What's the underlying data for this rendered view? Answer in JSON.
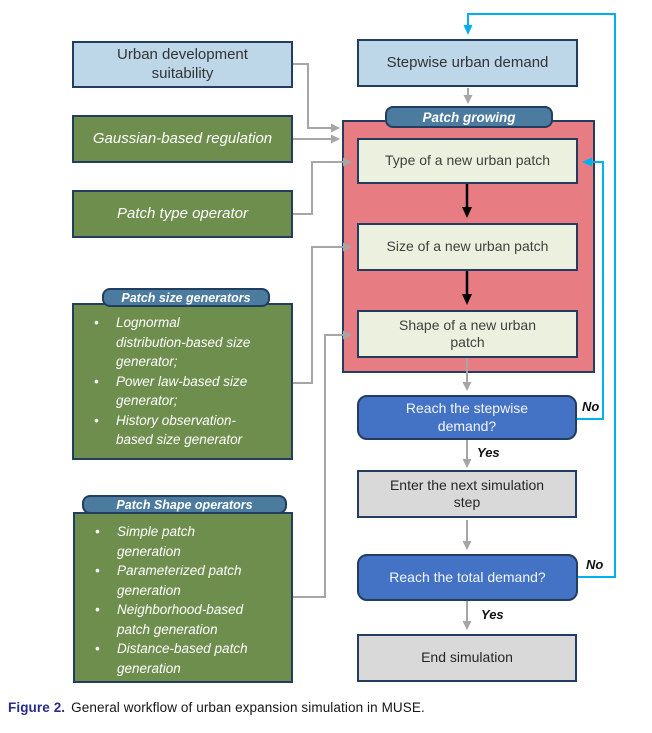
{
  "palette": {
    "lightBlue": "#bdd7e9",
    "green": "#6e8e4e",
    "pink": "#e87c83",
    "teal": "#4b7b9e",
    "innerBox": "#ebf1de",
    "blue": "#4472c4",
    "grayBox": "#d9d9d9",
    "cyan": "#00b0f0",
    "border": "#223d5f",
    "arrowGray": "#a6a6a6",
    "captionBlue": "#2a2d86",
    "textDark": "#333333"
  },
  "nodes": {
    "urban_dev_suitability": "Urban development\nsuitability",
    "stepwise_urban_demand": "Stepwise urban demand",
    "gaussian_regulation": "Gaussian-based regulation",
    "patch_type_operator": "Patch type operator",
    "patch_growing": "Patch growing",
    "type_new_patch": "Type of a new urban patch",
    "size_new_patch": "Size of a new urban patch",
    "shape_new_patch": "Shape of a new urban\npatch",
    "reach_stepwise_demand": "Reach the stepwise\ndemand?",
    "enter_next_step": "Enter the next simulation\nstep",
    "reach_total_demand": "Reach the total demand?",
    "end_simulation": "End simulation"
  },
  "size_generators": {
    "title": "Patch size generators",
    "items": [
      "Lognormal\ndistribution-based size\ngenerator;",
      "Power law-based size\ngenerator;",
      "History observation-\nbased size generator"
    ]
  },
  "shape_operators": {
    "title": "Patch Shape operators",
    "items": [
      "Simple patch\ngeneration",
      "Parameterized patch\ngeneration",
      "Neighborhood-based\npatch generation",
      "Distance-based patch\ngeneration"
    ]
  },
  "edge_labels": {
    "stepwise_no": "No",
    "stepwise_yes": "Yes",
    "total_no": "No",
    "total_yes": "Yes"
  },
  "caption": {
    "label": "Figure 2.",
    "text": "General workflow of urban expansion simulation in MUSE."
  }
}
